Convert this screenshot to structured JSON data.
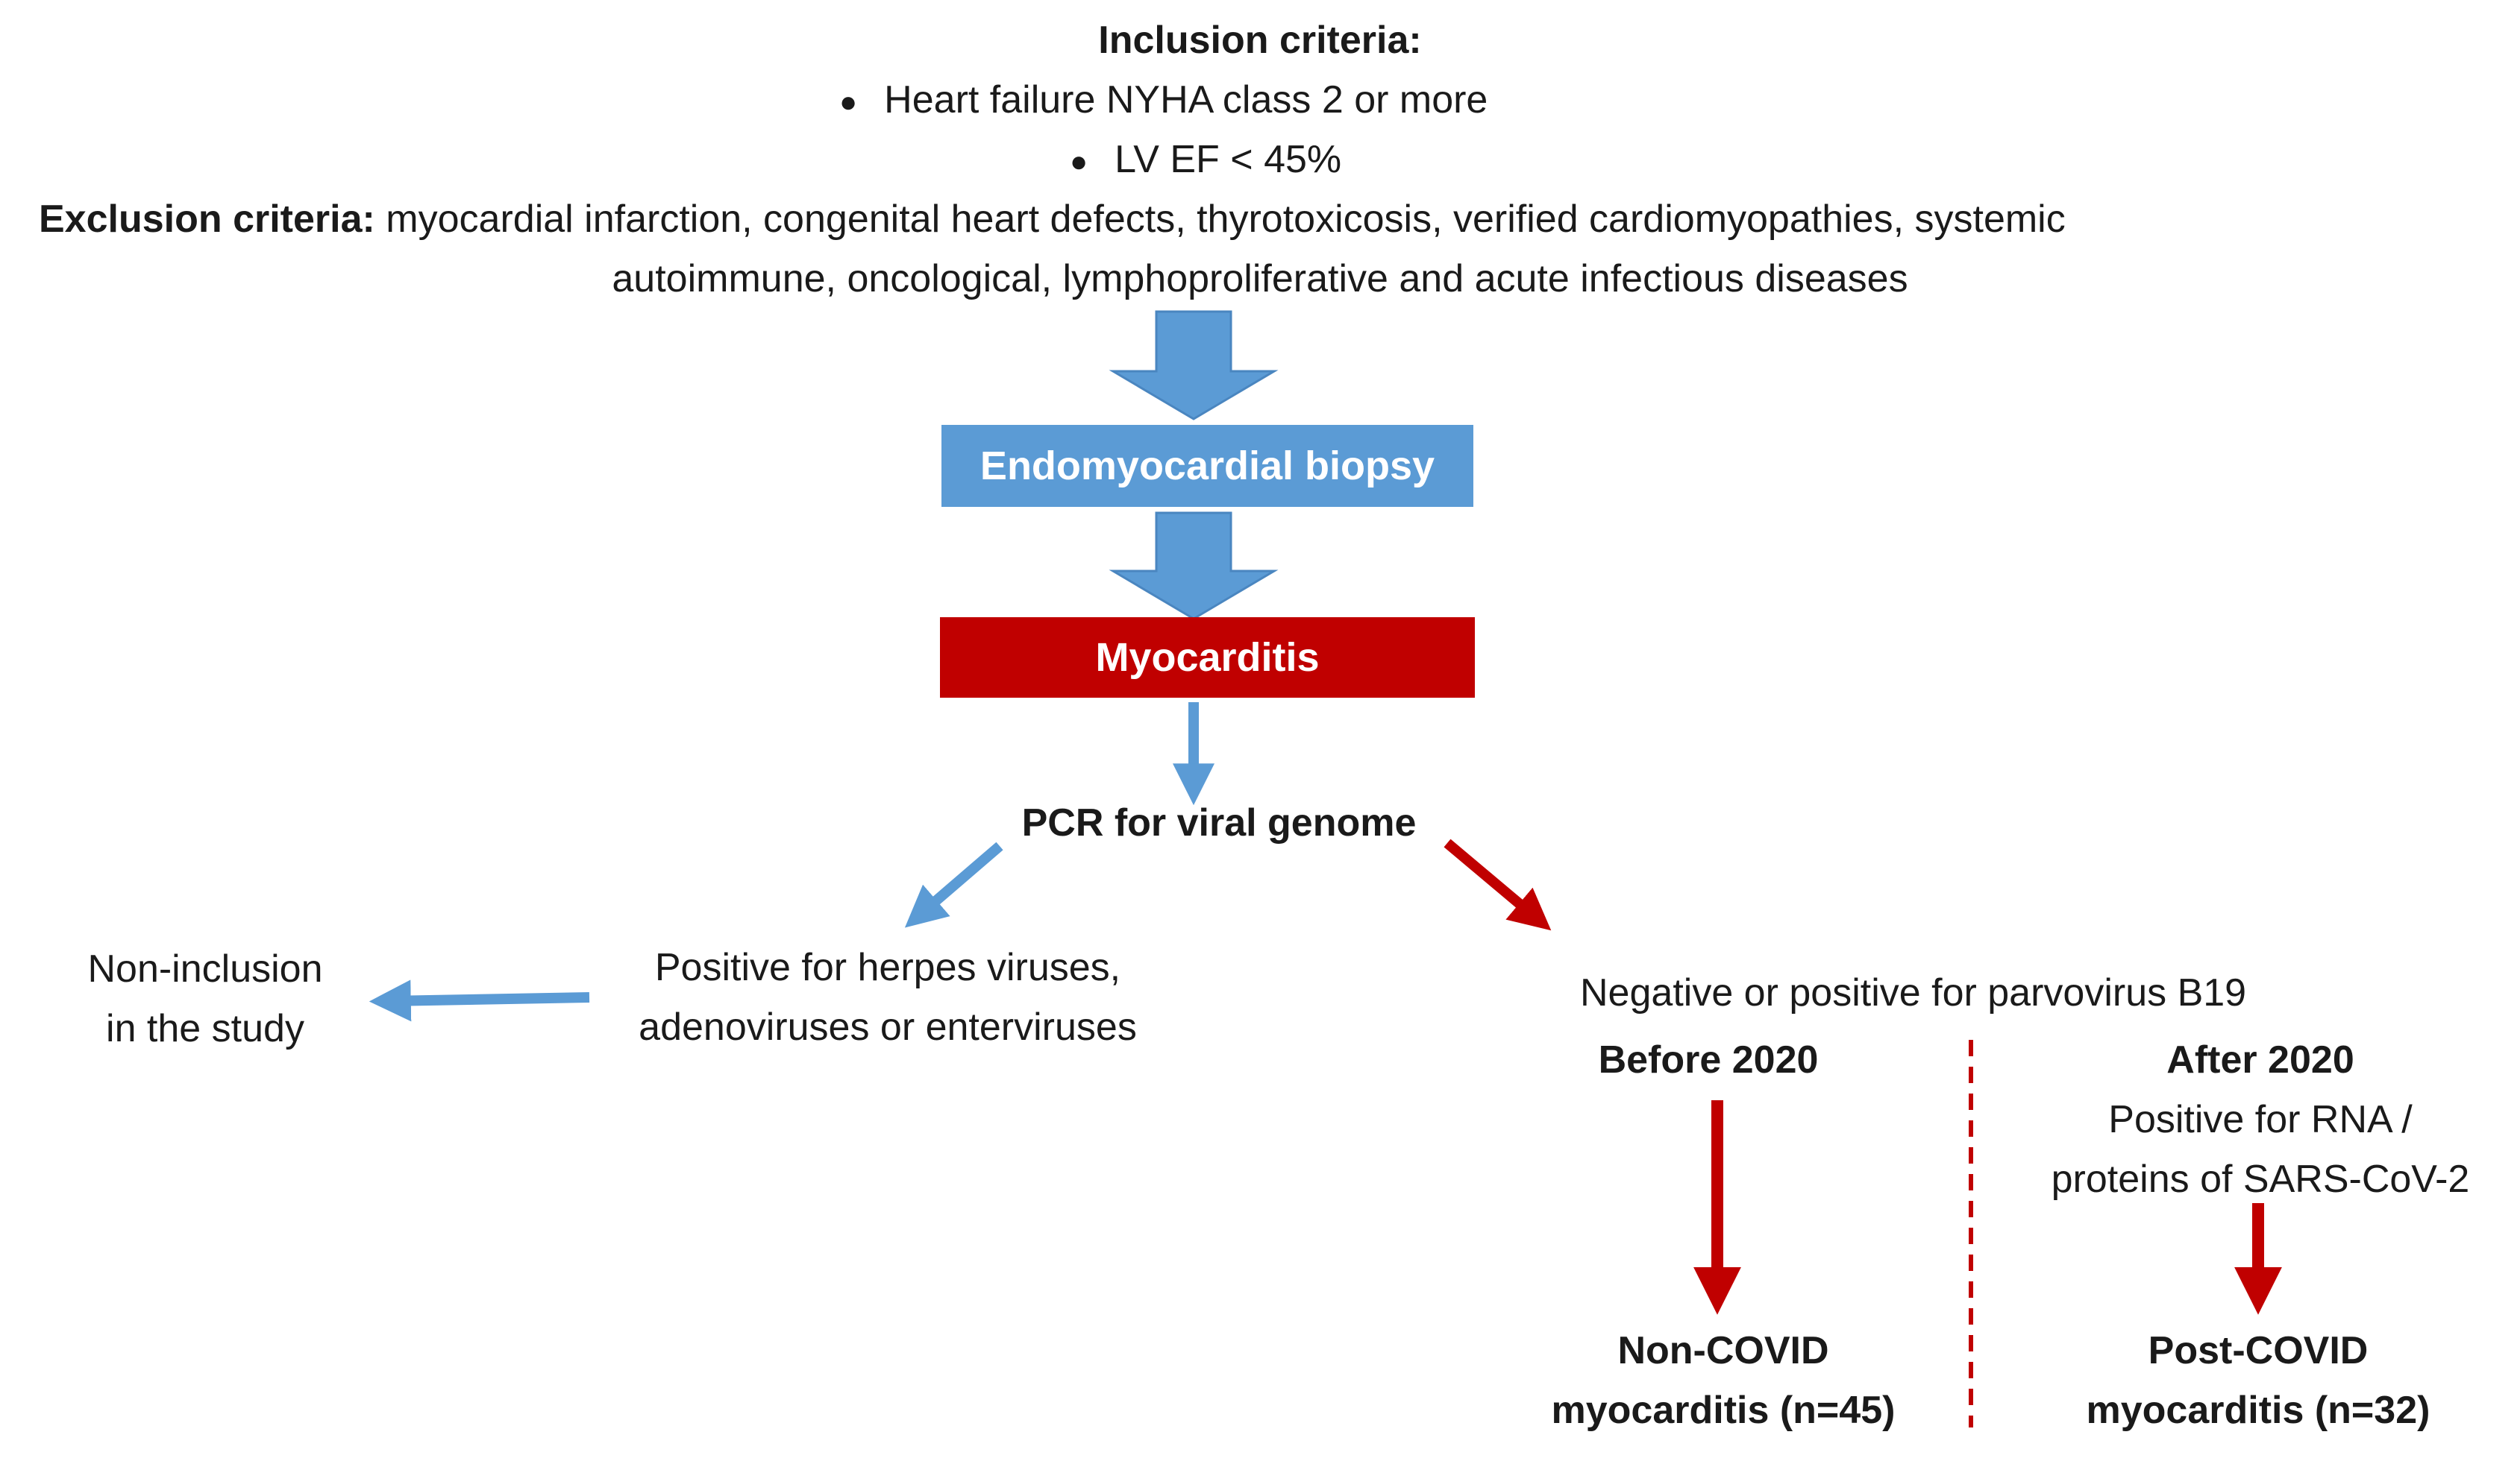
{
  "colors": {
    "blue": "#5B9BD5",
    "red": "#C00000",
    "text": "#1a1a1a"
  },
  "inclusion": {
    "heading": "Inclusion criteria:",
    "items": [
      "Heart failure NYHA class 2 or more",
      "LV EF < 45%"
    ]
  },
  "exclusion": {
    "label": "Exclusion criteria:",
    "line1": "myocardial infarction, congenital heart defects, thyrotoxicosis, verified cardiomyopathies, systemic",
    "line2": "autoimmune, oncological, lymphoproliferative and acute infectious diseases"
  },
  "steps": {
    "biopsy": "Endomyocardial biopsy",
    "myocarditis": "Myocarditis",
    "pcr": "PCR for viral genome"
  },
  "left_branch": {
    "positive_line1": "Positive for herpes viruses,",
    "positive_line2": "adenoviruses or enterviruses",
    "noninclusion_line1": "Non-inclusion",
    "noninclusion_line2": "in the study"
  },
  "right_branch": {
    "negative": "Negative or positive for parvovirus B19",
    "before_heading": "Before 2020",
    "after_heading": "After 2020",
    "after_line1": "Positive for RNA /",
    "after_line2": "proteins of SARS-CoV-2",
    "noncovid_line1": "Non-COVID",
    "noncovid_line2": "myocarditis (n=45)",
    "postcovid_line1": "Post-COVID",
    "postcovid_line2": "myocarditis (n=32)"
  }
}
